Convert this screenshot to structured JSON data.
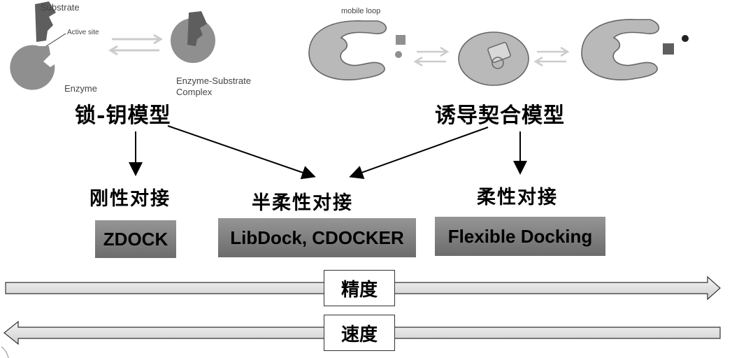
{
  "colors": {
    "enzyme_gray": "#8f8f8f",
    "substrate_dark": "#5e5e5e",
    "shape_light": "#b9b9b9",
    "arrow_light": "#cccccc",
    "software_box_gradient": [
      "#959595",
      "#6c6c6c"
    ],
    "axis_bar_gradient": [
      "#f4f4f4",
      "#cfcfcf"
    ]
  },
  "lock_key": {
    "substrate_label": "Substrate",
    "active_site_label": "Active site",
    "enzyme_label": "Enzyme",
    "complex_label_1": "Enzyme-Substrate",
    "complex_label_2": "Complex",
    "title": "锁-钥模型"
  },
  "induced_fit": {
    "mobile_loop_label": "mobile loop",
    "title": "诱导契合模型"
  },
  "docking": {
    "rigid": "刚性对接",
    "semi": "半柔性对接",
    "flexible": "柔性对接"
  },
  "software": {
    "rigid": "ZDOCK",
    "semi": "LibDock, CDOCKER",
    "flexible": "Flexible Docking"
  },
  "axes": {
    "precision": "精度",
    "speed": "速度"
  }
}
